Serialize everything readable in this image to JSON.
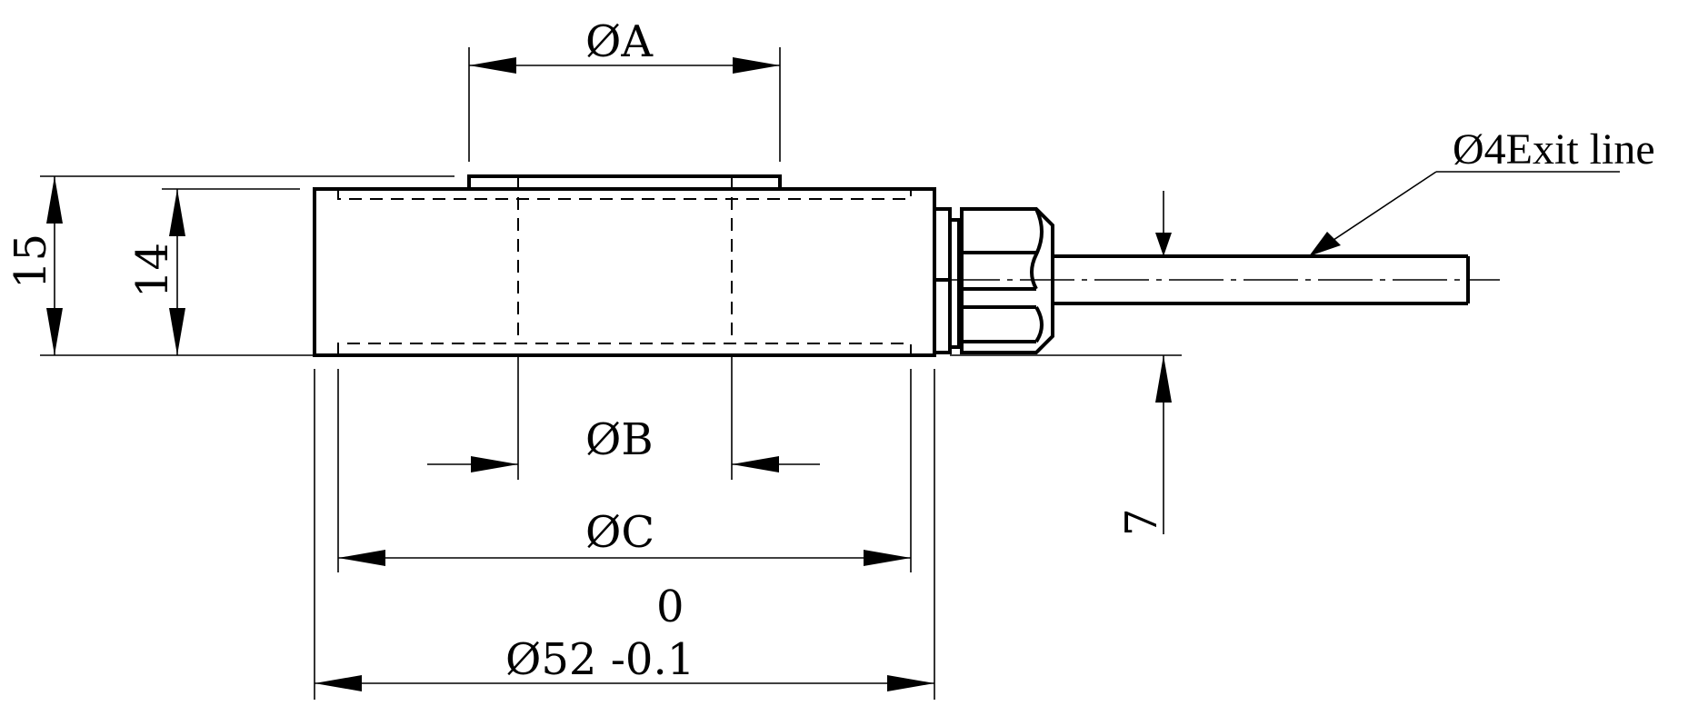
{
  "labels": {
    "dia_a": "ØA",
    "dia_b": "ØB",
    "dia_c": "ØC",
    "tol_upper": "0",
    "dia_main": "Ø52 -0.1",
    "height_15": "15",
    "height_14": "14",
    "dim_7": "7",
    "exit_line": "Ø4Exit line"
  },
  "colors": {
    "line": "#000000",
    "background": "#ffffff"
  }
}
